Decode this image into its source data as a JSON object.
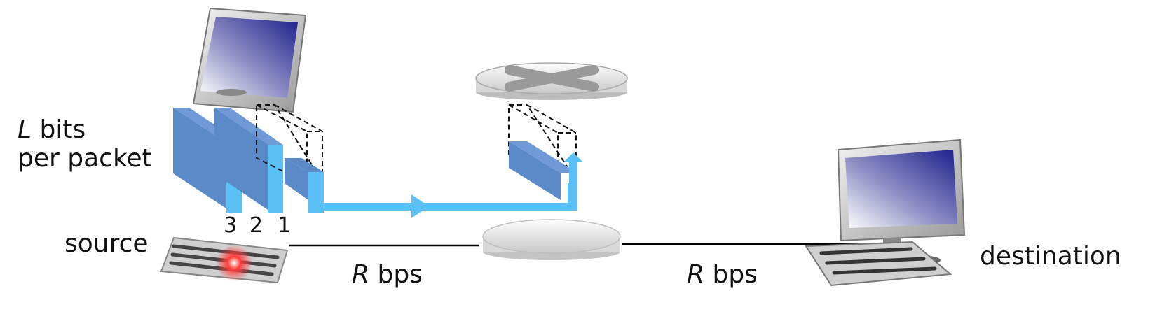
{
  "labels": {
    "packet_size_var": "L",
    "packet_size_text_1": "bits",
    "packet_size_text_2": "per packet",
    "source": "source",
    "destination": "destination",
    "link_rate_var": "R",
    "link_rate_unit": "bps"
  },
  "packets": [
    {
      "number": "3"
    },
    {
      "number": "2"
    },
    {
      "number": "1"
    }
  ],
  "icons": {
    "source_host": "desktop-computer-icon",
    "destination_host": "desktop-computer-icon",
    "router": "router-icon",
    "packet": "packet-icon"
  },
  "colors": {
    "packet_face": "#5b8ac9",
    "packet_edge": "#5bc0f5",
    "flow_arrow": "#5bc0f5",
    "link": "#000000"
  }
}
